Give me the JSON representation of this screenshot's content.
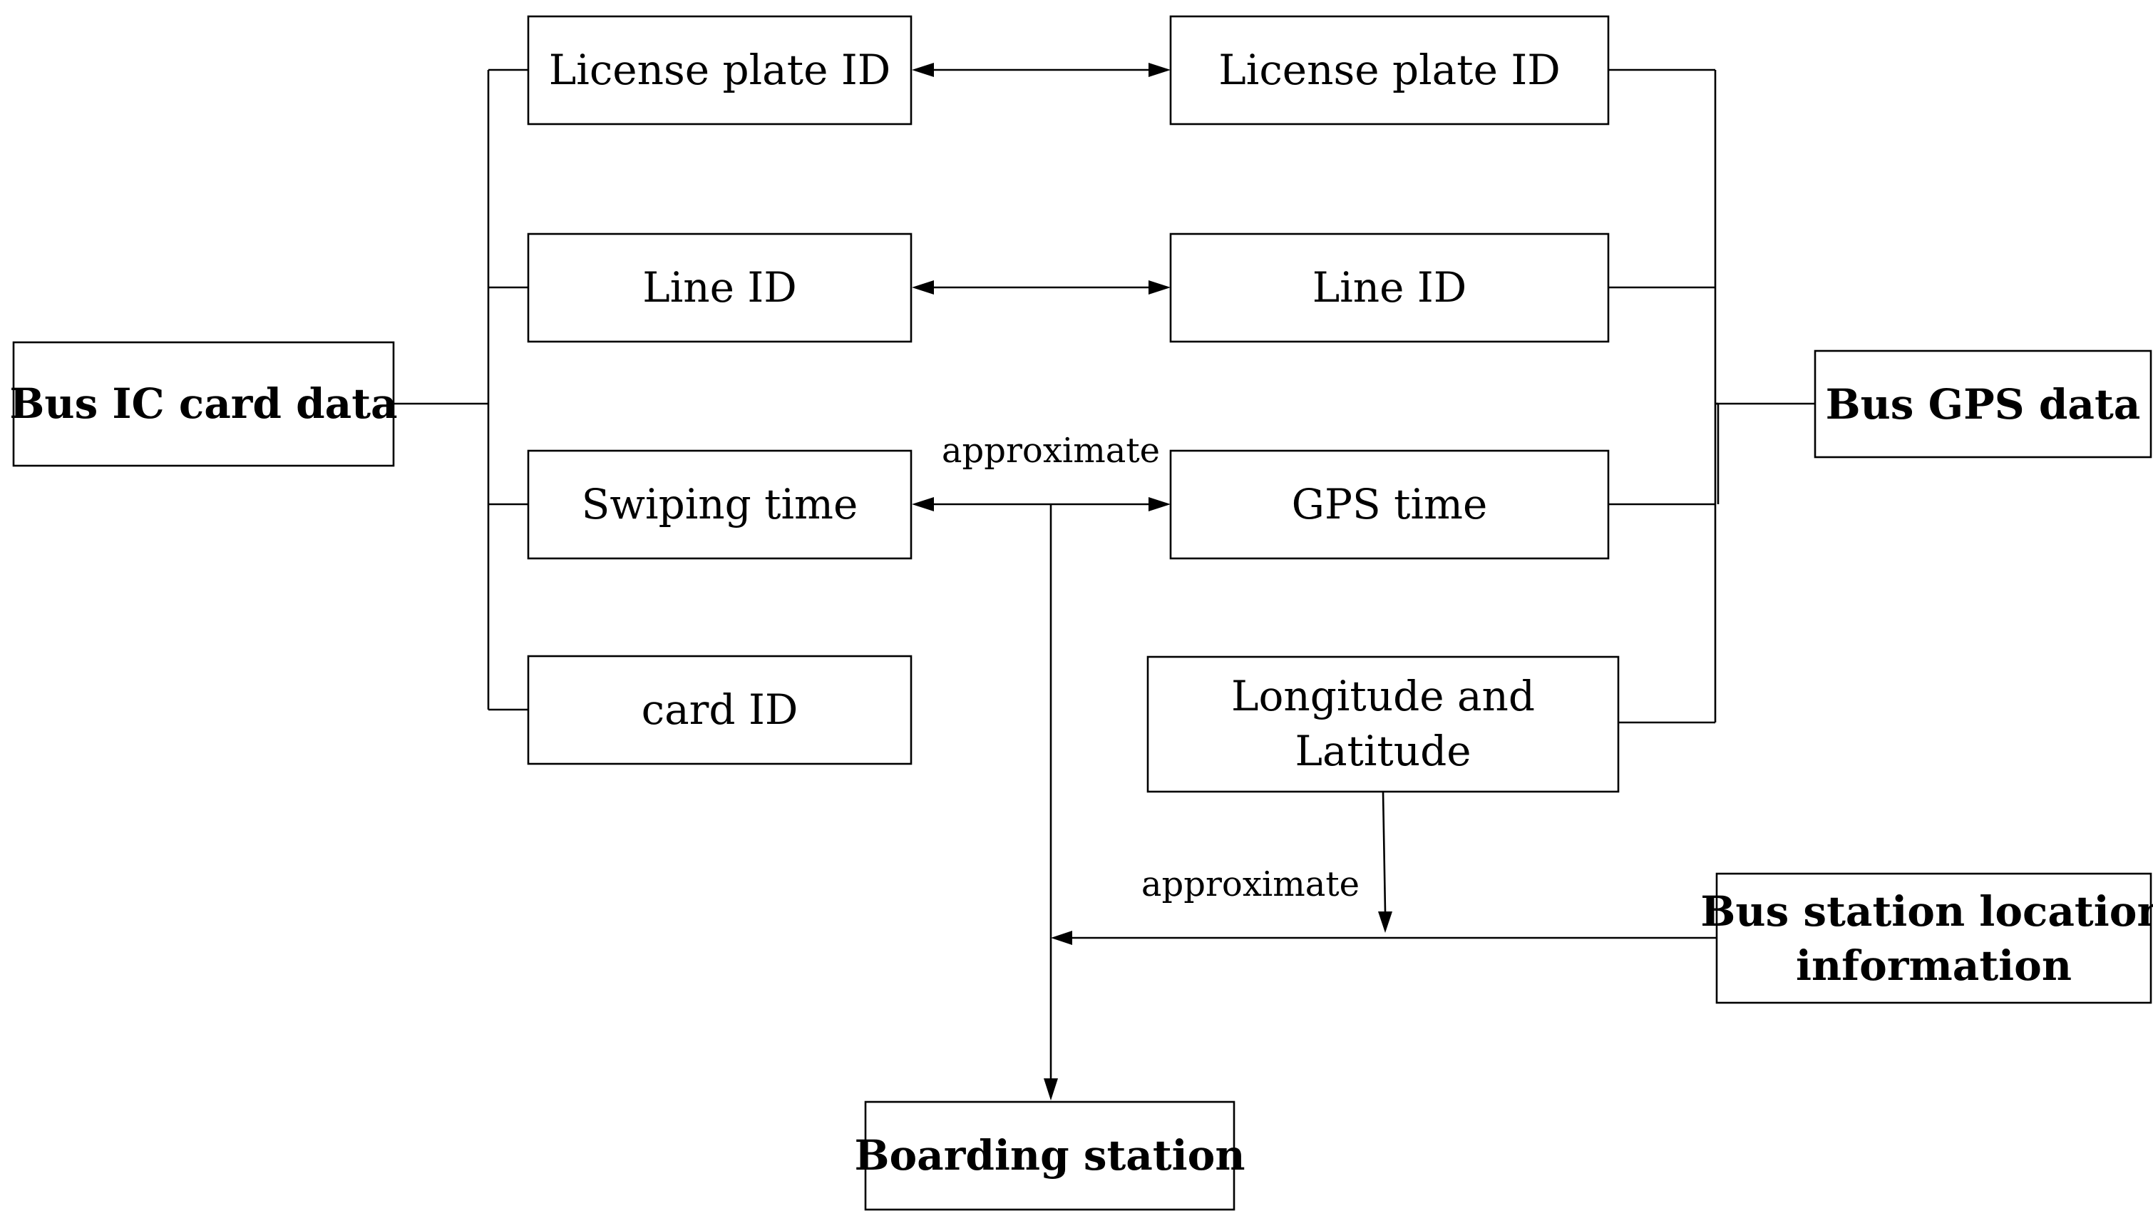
{
  "nodes": {
    "bus_ic_card_data": "Bus IC card data",
    "ic_license_plate_id": "License plate ID",
    "ic_line_id": "Line ID",
    "swiping_time": "Swiping time",
    "card_id": "card ID",
    "gps_license_plate_id": "License plate ID",
    "gps_line_id": "Line ID",
    "gps_time": "GPS time",
    "longitude_latitude": [
      "Longitude and",
      "Latitude"
    ],
    "bus_gps_data": "Bus GPS data",
    "bus_station_location": [
      "Bus station location",
      "information"
    ],
    "boarding_station": "Boarding station"
  },
  "edge_labels": {
    "time_match": "approximate",
    "location_match": "approximate"
  }
}
